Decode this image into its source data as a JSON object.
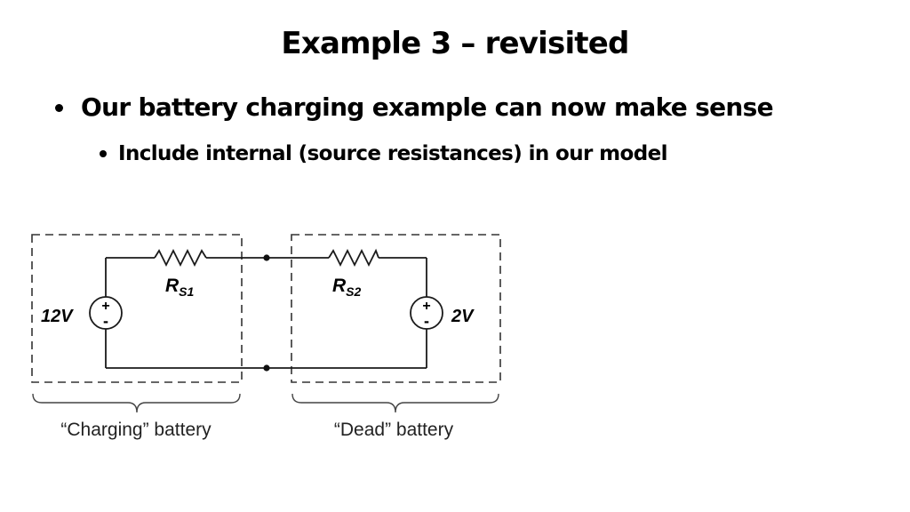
{
  "slide": {
    "title": "Example 3 – revisited",
    "bullets": [
      {
        "text": "Our battery charging example can now make sense",
        "sub": [
          {
            "text": "Include internal (source resistances) in our model"
          }
        ]
      }
    ]
  },
  "circuit": {
    "left_source_voltage": "12V",
    "right_source_voltage": "2V",
    "resistor_1": {
      "main": "R",
      "sub": "S1"
    },
    "resistor_2": {
      "main": "R",
      "sub": "S2"
    },
    "plus_symbol": "+",
    "minus_symbol": "-",
    "left_caption": "“Charging” battery",
    "right_caption": "“Dead” battery"
  },
  "colors": {
    "background": "#ffffff",
    "ink": "#000000",
    "wire": "#1a1a1a",
    "dashed_box": "#333333",
    "caption_text": "#222222"
  }
}
